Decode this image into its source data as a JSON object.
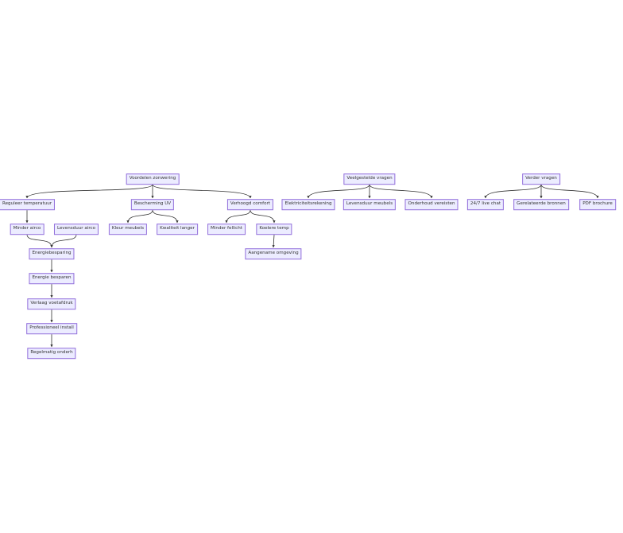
{
  "colors": {
    "node_fill": "#ececff",
    "node_border": "#9370db",
    "edge": "#333333",
    "text": "#333333"
  },
  "nodes": {
    "voordelen": "Voordelen zonwering",
    "reguleer": "Reguleer temperatuur",
    "bescherming": "Bescherming UV",
    "comfort": "Verhoogd comfort",
    "minder_airco": "Minder airco",
    "levensduur_airco": "Levensduur airco",
    "kleur": "Kleur meubels",
    "kwaliteit": "Kwaliteit langer",
    "felicht": "Minder fellicht",
    "koelere": "Koelere temp",
    "energiebesparing": "Energiebesparing",
    "aangename": "Aangename omgeving",
    "energie_besparen": "Energie besparen",
    "voetafdruk": "Verlaag voetafdruk",
    "install": "Professioneel install",
    "onderh": "Regelmatig onderh",
    "veelgestelde": "Veelgestelde vragen",
    "elektriciteit": "Elektriciteitsrekening",
    "levensduur_meubels": "Levensduur meubels",
    "onderhoud": "Onderhoud vereisten",
    "verder": "Verder vragen",
    "chat": "24/7 live chat",
    "bronnen": "Gerelateerde bronnen",
    "pdf": "PDF brochure"
  },
  "edges": [
    [
      "voordelen",
      "reguleer"
    ],
    [
      "voordelen",
      "bescherming"
    ],
    [
      "voordelen",
      "comfort"
    ],
    [
      "reguleer",
      "minder_airco"
    ],
    [
      "bescherming",
      "kleur"
    ],
    [
      "bescherming",
      "kwaliteit"
    ],
    [
      "comfort",
      "felicht"
    ],
    [
      "comfort",
      "koelere"
    ],
    [
      "minder_airco",
      "energiebesparing"
    ],
    [
      "levensduur_airco",
      "energiebesparing"
    ],
    [
      "koelere",
      "aangename"
    ],
    [
      "energiebesparing",
      "energie_besparen"
    ],
    [
      "energie_besparen",
      "voetafdruk"
    ],
    [
      "voetafdruk",
      "install"
    ],
    [
      "install",
      "onderh"
    ],
    [
      "veelgestelde",
      "elektriciteit"
    ],
    [
      "veelgestelde",
      "levensduur_meubels"
    ],
    [
      "veelgestelde",
      "onderhoud"
    ],
    [
      "verder",
      "chat"
    ],
    [
      "verder",
      "bronnen"
    ],
    [
      "verder",
      "pdf"
    ]
  ]
}
